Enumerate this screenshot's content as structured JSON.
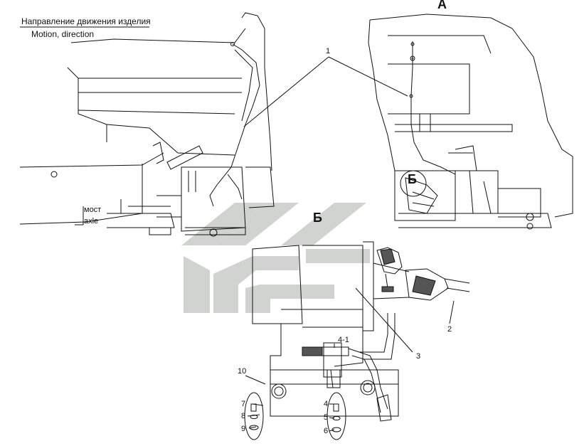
{
  "header": {
    "title_ru": "Направление движения изделия",
    "title_en": "Motion, direction"
  },
  "views": {
    "view_a": "А",
    "detail_b_title": "Б",
    "detail_b_marker": "Б"
  },
  "axle_labels": {
    "ru": "мост",
    "en": "axle"
  },
  "callouts": {
    "c1": "1",
    "c2": "2",
    "c3": "3",
    "c4_1": "4-1",
    "c10": "10",
    "c7": "7",
    "c8": "8",
    "c9": "9",
    "c4": "4",
    "c5": "5",
    "c6": "6"
  },
  "colors": {
    "line": "#111111",
    "hatch": "#555555",
    "watermark": "#c8ccc8"
  }
}
